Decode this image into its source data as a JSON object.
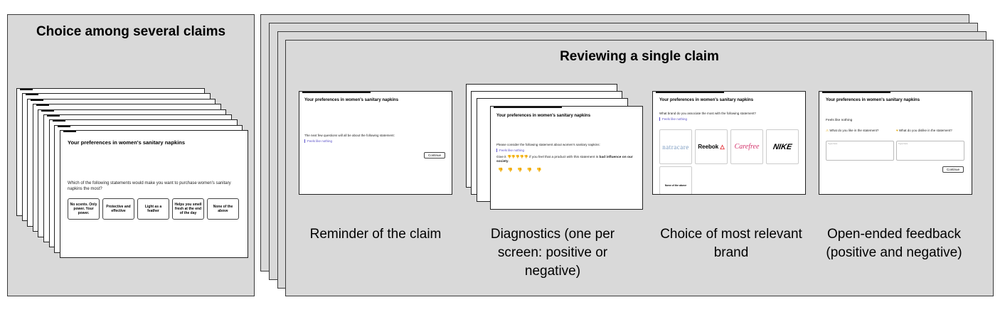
{
  "left_panel": {
    "title": "Choice among several claims",
    "survey": {
      "title": "Your preferences in women's sanitary napkins",
      "question": "Which of the following statements would make you want to purchase women's sanitary napkins the most?",
      "options": [
        "No scents. Only power. Your power.",
        "Protective and effective",
        "Light as a feather",
        "Helps you smell fresh at the end of the day",
        "None of the above"
      ]
    }
  },
  "right_panel": {
    "title": "Reviewing a single claim",
    "screens": {
      "reminder": {
        "title": "Your preferences in women's sanitary napkins",
        "text": "The next few questions will all be about the following statement:",
        "claim": "Feels like nothing",
        "button": "Continue",
        "caption": "Reminder of the claim"
      },
      "diagnostics": {
        "title": "Your preferences in women's sanitary napkins",
        "text": "Please consider the following statement about women's sanitary napkins:",
        "claim": "Feels like nothing",
        "prompt_start": "Give it ",
        "prompt_mid": " if you feel that a product with this statement is ",
        "prompt_bold": "bad influence on our society",
        "prompt_end": ".",
        "caption": "Diagnostics (one per screen: positive or negative)"
      },
      "brand": {
        "title": "Your preferences in women's sanitary napkins",
        "question": "What brand do you associate the most with the following statement?",
        "claim": "Feels like nothing",
        "brands": [
          "natracare",
          "Reebok",
          "Carefree",
          "NIKE"
        ],
        "none_label": "None of the above",
        "caption": "Choice of most relevant brand"
      },
      "feedback": {
        "title": "Your preferences in women's sanitary napkins",
        "claim": "Feels like nothing",
        "like_label": "What do you like in the statement?",
        "dislike_label": "What do you dislike in the statement?",
        "placeholder": "Type here",
        "button": "Continue",
        "caption": "Open-ended feedback (positive and negative)"
      }
    }
  }
}
